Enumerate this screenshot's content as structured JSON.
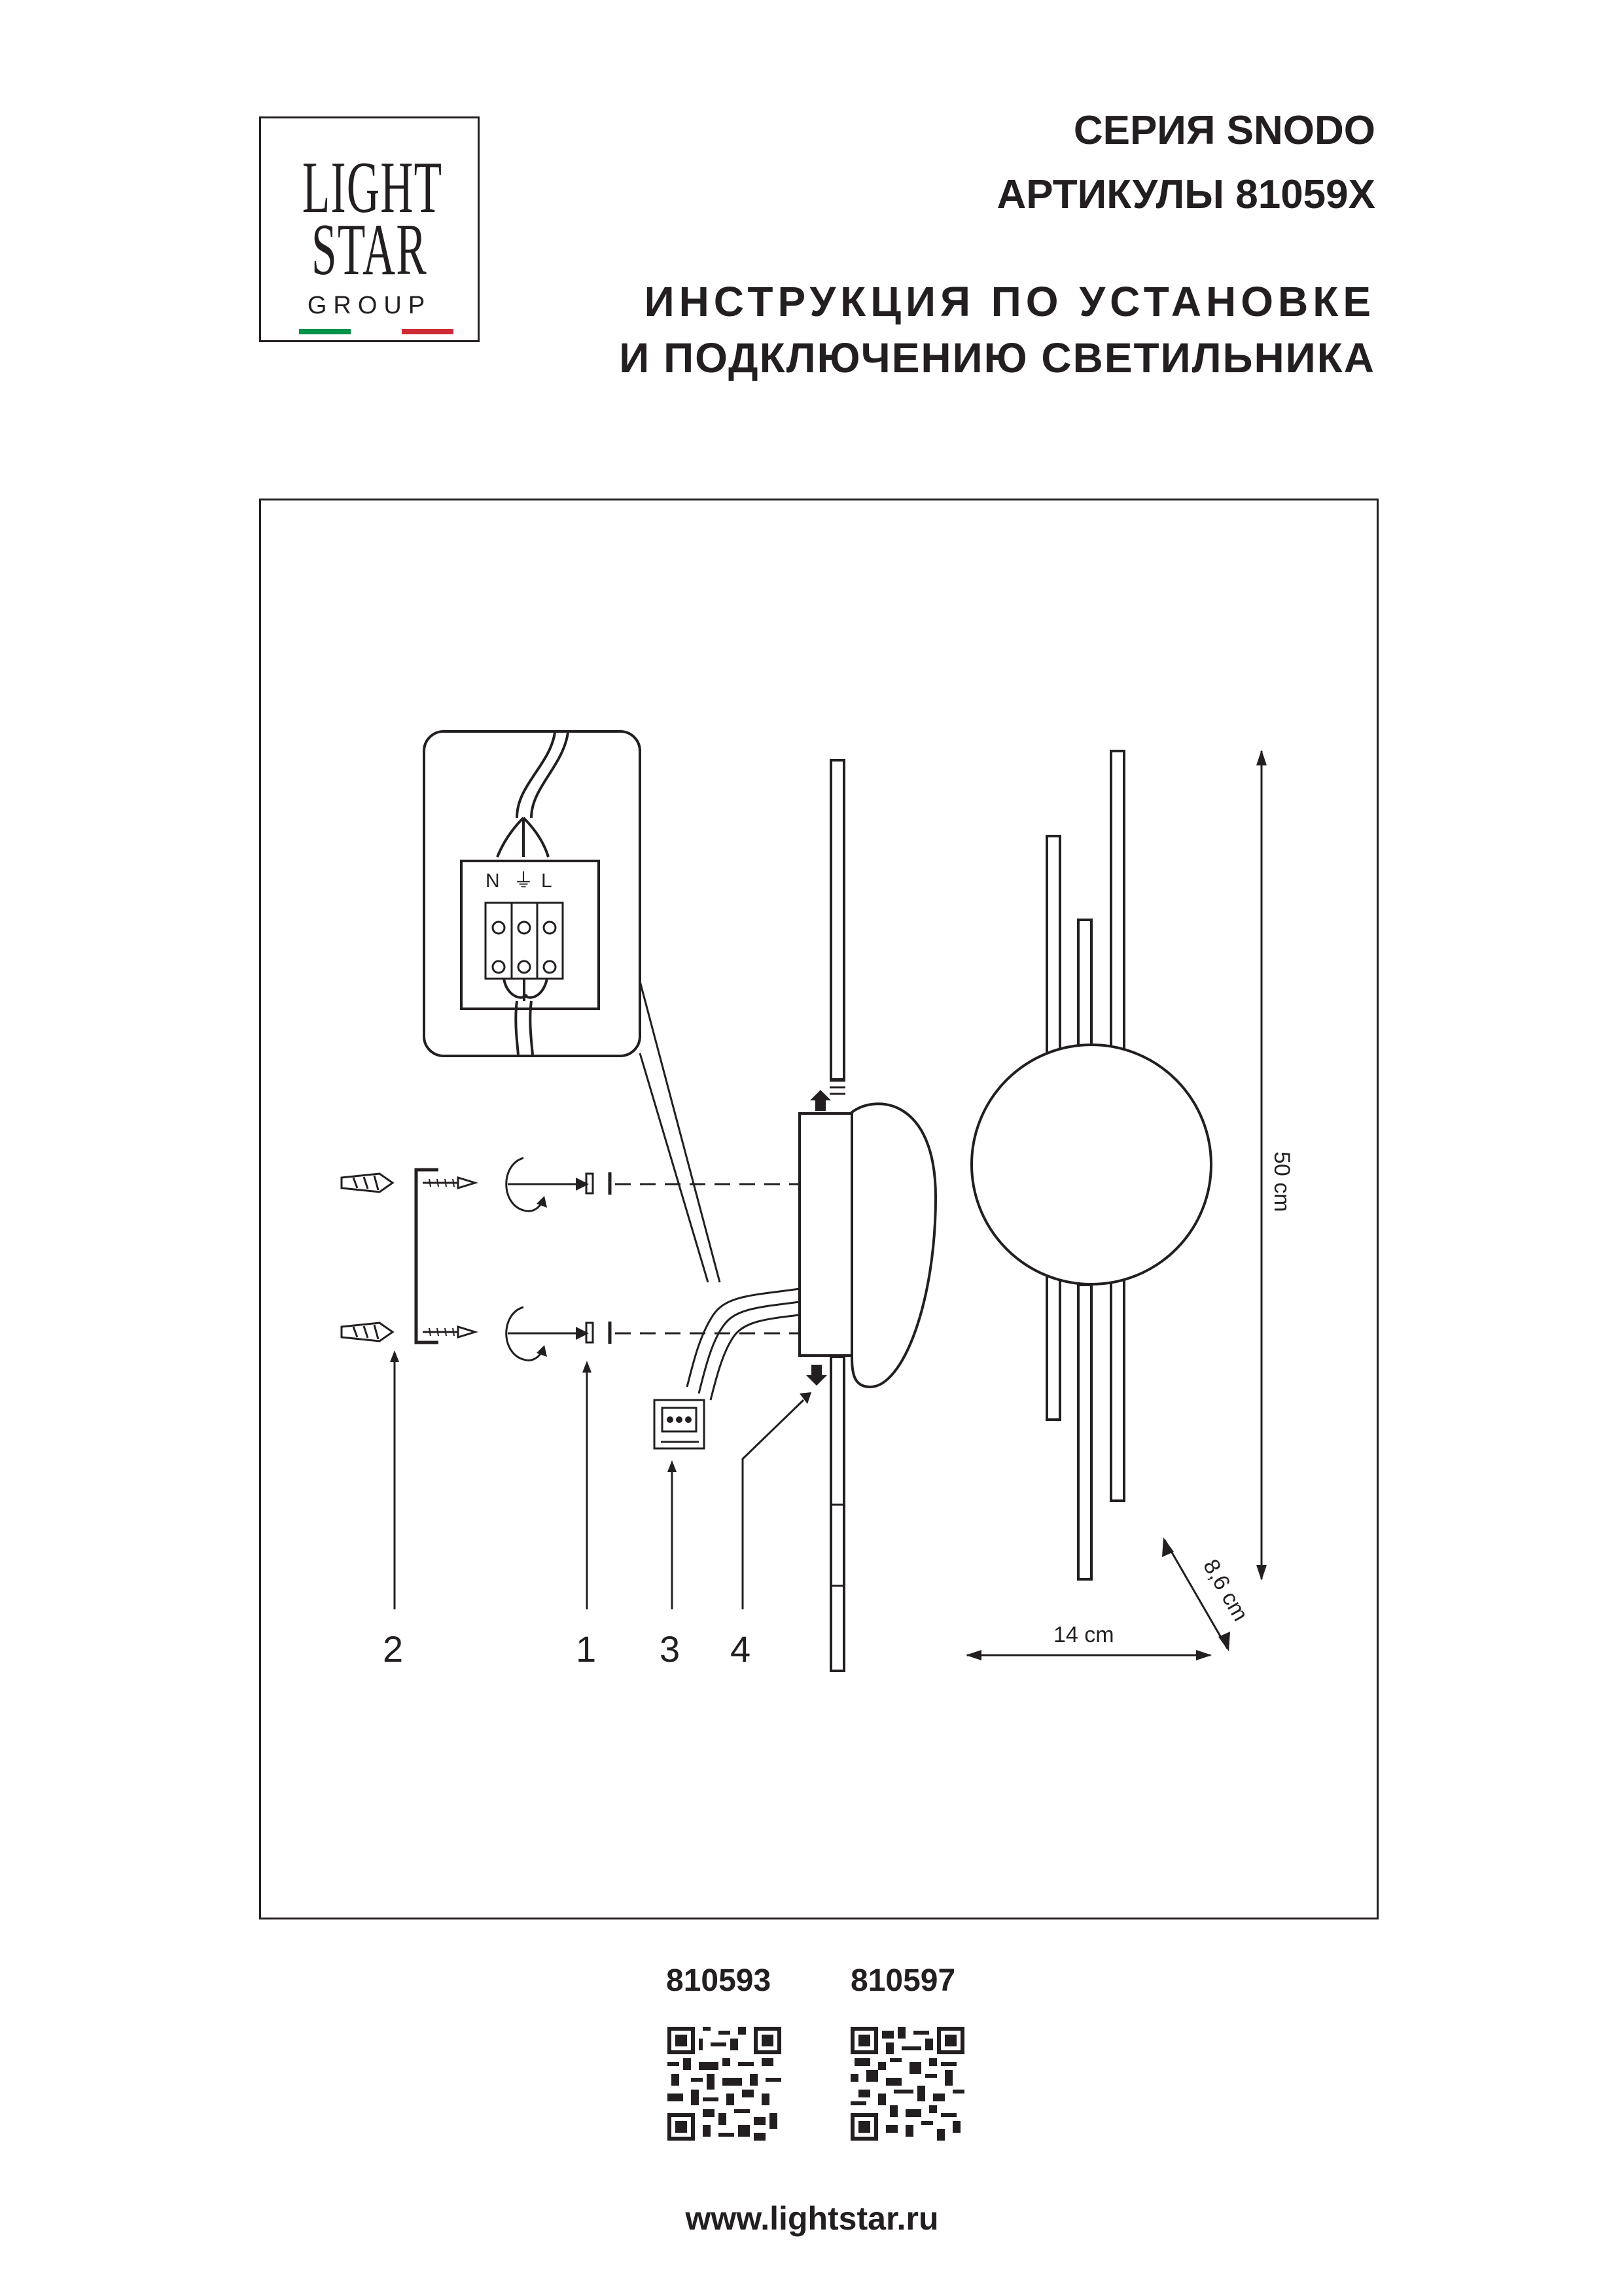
{
  "brand": {
    "logo_line1": "LIGHT",
    "logo_line2": "STAR",
    "logo_line3": "GROUP",
    "flag_colors": [
      "#009246",
      "#ffffff",
      "#ce2b37"
    ]
  },
  "header": {
    "series": "СЕРИЯ SNODO",
    "articles": "АРТИКУЛЫ 81059X",
    "instruction_line1": "ИНСТРУКЦИЯ ПО УСТАНОВКЕ",
    "instruction_line2": "И ПОДКЛЮЧЕНИЮ СВЕТИЛЬНИКА"
  },
  "diagram": {
    "terminal_labels": [
      "N",
      "⏚",
      "L"
    ],
    "callouts": [
      "2",
      "1",
      "3",
      "4"
    ],
    "dimensions": {
      "height": "50 cm",
      "width": "14 cm",
      "depth": "8,6 cm"
    }
  },
  "footer": {
    "article_codes": [
      "810593",
      "810597"
    ],
    "qr_icons": [
      "qr-code-icon",
      "qr-code-icon"
    ],
    "website": "www.lightstar.ru"
  }
}
